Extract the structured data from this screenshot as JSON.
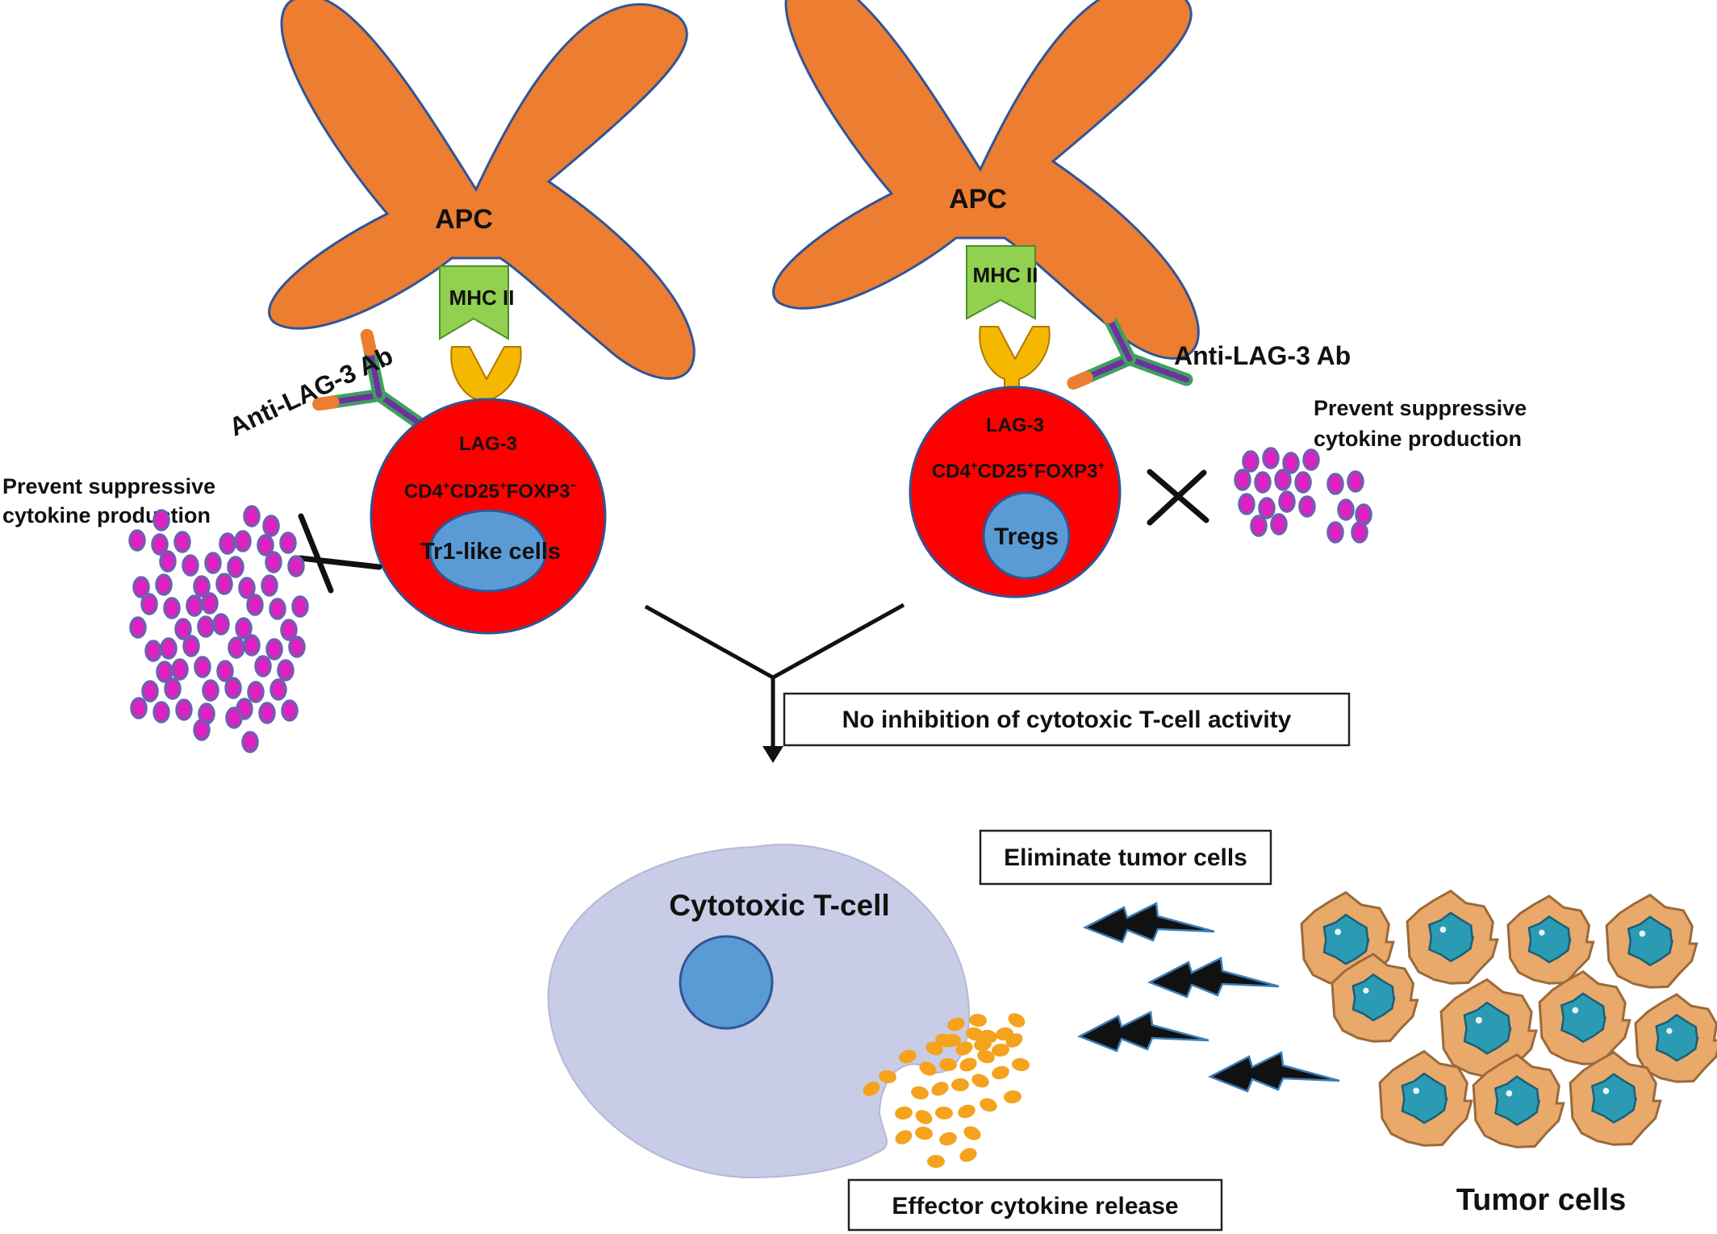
{
  "colors": {
    "apc": "#ED7D31",
    "apc_stroke": "#2F5597",
    "mhc": "#92D050",
    "lag3": "#F5B800",
    "tcell": "#FF0000",
    "nucleus": "#5B9BD5",
    "cytokine_fill": "#E020C0",
    "cytokine_stroke": "#6F5FB0",
    "ctl": "#C9CCE6",
    "effector_cytokine": "#F5A21E",
    "tumor_body": "#E9A96B",
    "tumor_nucleus": "#2A9BB3",
    "antibody_green": "#3F9F5F",
    "antibody_purple": "#7030A0",
    "antibody_orange": "#ED7D31"
  },
  "left_panel": {
    "apc_label": "APC",
    "mhc_label": "MHC II",
    "antibody_label": "Anti-LAG-3 Ab",
    "lag3_label": "LAG-3",
    "marker_parts": [
      "CD4",
      "+",
      "CD25",
      "+",
      "FOXP3",
      "−"
    ],
    "cell_label": "Tr1-like cells",
    "prevent_line1": "Prevent suppressive",
    "prevent_line2": "cytokine production"
  },
  "right_panel": {
    "apc_label": "APC",
    "mhc_label": "MHC II",
    "antibody_label": "Anti-LAG-3 Ab",
    "lag3_label": "LAG-3",
    "marker_parts": [
      "CD4",
      "+",
      "CD25",
      "+",
      "FOXP3",
      "+"
    ],
    "cell_label": "Tregs",
    "prevent_line1": "Prevent suppressive",
    "prevent_line2": "cytokine production"
  },
  "outcome": {
    "no_inhibition": "No inhibition of cytotoxic T-cell activity",
    "ctl_label": "Cytotoxic T-cell",
    "eliminate": "Eliminate tumor cells",
    "effector_release": "Effector cytokine release",
    "tumor_label": "Tumor cells"
  },
  "icons": [
    "apc-cell-icon",
    "mhc-ii-receptor-icon",
    "lag3-receptor-icon",
    "antibody-icon",
    "block-x-icon",
    "cytokine-dot-icon",
    "lightning-bolt-icon",
    "tumor-cell-icon"
  ]
}
